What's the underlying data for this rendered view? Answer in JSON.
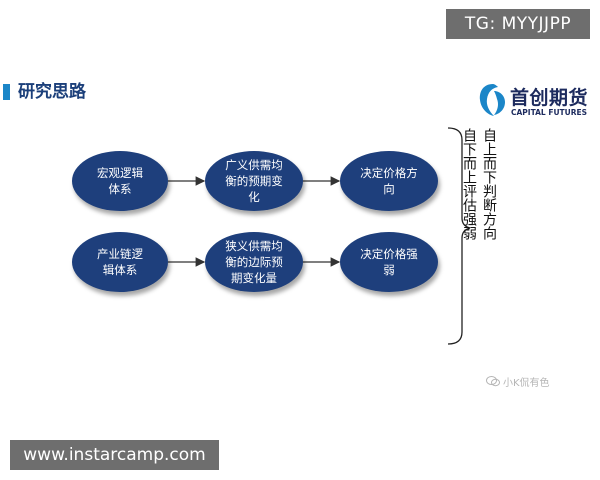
{
  "watermarks": {
    "top": "TG: MYYJJPP",
    "bottom": "www.instarcamp.com"
  },
  "section": {
    "title": "研究思路"
  },
  "logo": {
    "cn": "首创期货",
    "en": "CAPITAL FUTURES"
  },
  "diagram": {
    "row1": {
      "node1": "宏观逻辑\n体系",
      "node2": "广义供需均\n衡的预期变\n化",
      "node3": "决定价格方\n向"
    },
    "row2": {
      "node1": "产业链逻\n辑体系",
      "node2": "狭义供需均\n衡的边际预\n期变化量",
      "node3": "决定价格强\n弱"
    },
    "summary": {
      "line1": "自上而下判断方向",
      "line2": "自下而上评估强弱"
    }
  },
  "wechat": {
    "label": "小K侃有色"
  },
  "colors": {
    "node_fill": "#1e3f7c",
    "section_marker": "#1b86c8",
    "title_text": "#1b3f7a",
    "logo_blue": "#1b86c8"
  }
}
